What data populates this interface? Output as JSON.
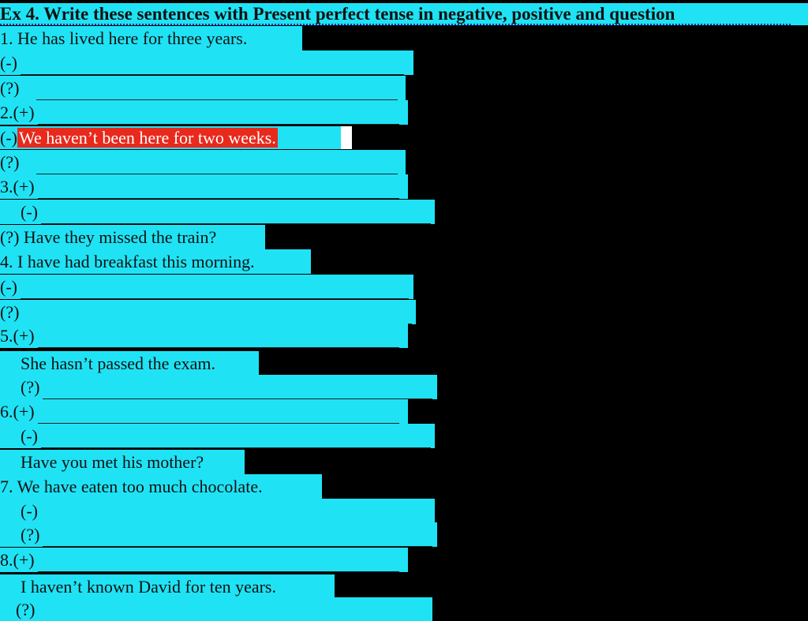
{
  "title": "Ex 4. Write these sentences with Present perfect tense in negative, positive and question",
  "lines": [
    {
      "text": "1. He has lived here for three years.",
      "blank": false
    },
    {
      "text": "(-)",
      "blank": true
    },
    {
      "text": "(?)",
      "blank": true
    },
    {
      "text": "2.(+)",
      "blank": true
    },
    {
      "prefix": "(-) ",
      "highlight": "We haven’t been here for two weeks."
    },
    {
      "text": "(?)",
      "blank": true
    },
    {
      "text": "3.(+)",
      "blank": true
    },
    {
      "text": "(-)",
      "blank": true
    },
    {
      "text": "(?) Have they missed the train?",
      "blank": false
    },
    {
      "text": "4. I have had breakfast this morning.",
      "blank": false
    },
    {
      "text": "(-)",
      "blank": true
    },
    {
      "text": "(?)",
      "blank": true
    },
    {
      "text": "5.(+)",
      "blank": true
    },
    {
      "text": "She hasn’t passed the exam.",
      "blank": false
    },
    {
      "text": "(?)",
      "blank": true
    },
    {
      "text": "6.(+)",
      "blank": true
    },
    {
      "text": "(-)",
      "blank": true
    },
    {
      "text": "Have you met his mother?",
      "blank": false
    },
    {
      "text": "7. We have eaten too much chocolate.",
      "blank": false
    },
    {
      "text": "(-)",
      "blank": true
    },
    {
      "text": "(?)",
      "blank": true
    },
    {
      "text": "8.(+)",
      "blank": true
    },
    {
      "text": "I haven’t known David for ten years.",
      "blank": false
    },
    {
      "text": "(?)",
      "blank": false
    }
  ]
}
